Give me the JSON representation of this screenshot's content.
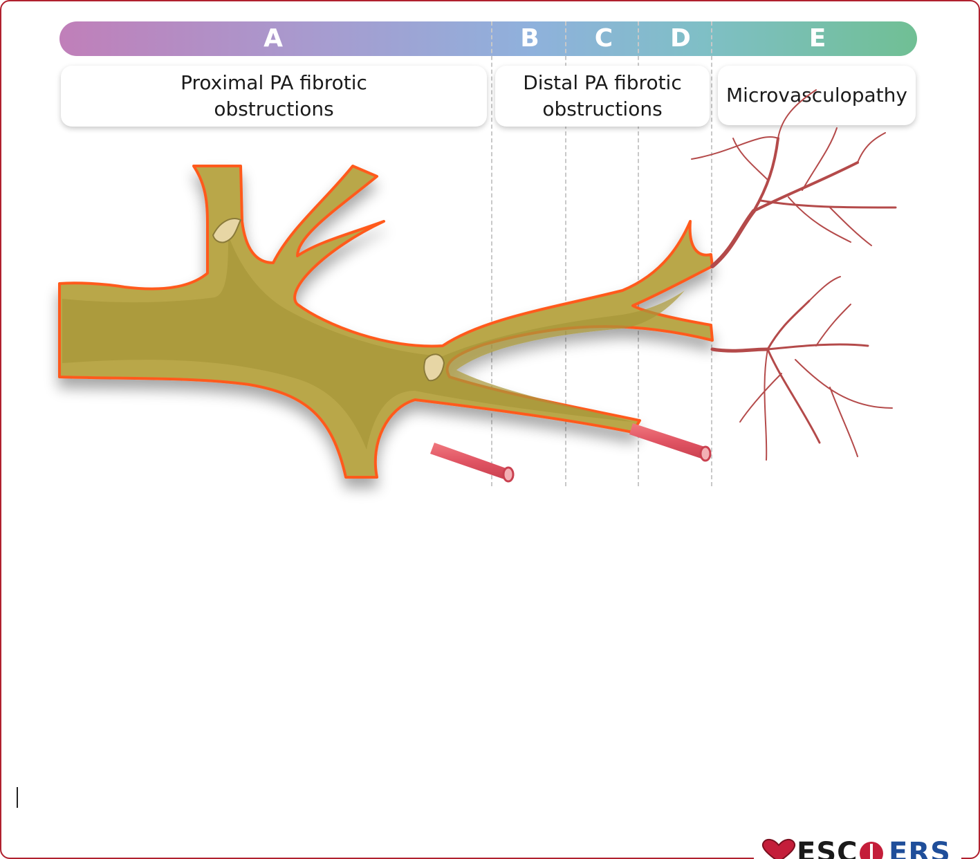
{
  "segments": {
    "A": "A",
    "B": "B",
    "C": "C",
    "D": "D",
    "E": "E"
  },
  "boxes": {
    "proximal": "Proximal PA fibrotic\nobstructions",
    "distal": "Distal PA fibrotic\nobstructions",
    "micro": "Microvasculopathy"
  },
  "logos": {
    "esc": "ESC",
    "ers": "ERS"
  },
  "colors": {
    "frame": "#b0202e",
    "vessel_fill": "#b9a74a",
    "vessel_rim": "#ff5a1f",
    "capillary": "#b44a4a",
    "artery": "#e05a66"
  }
}
